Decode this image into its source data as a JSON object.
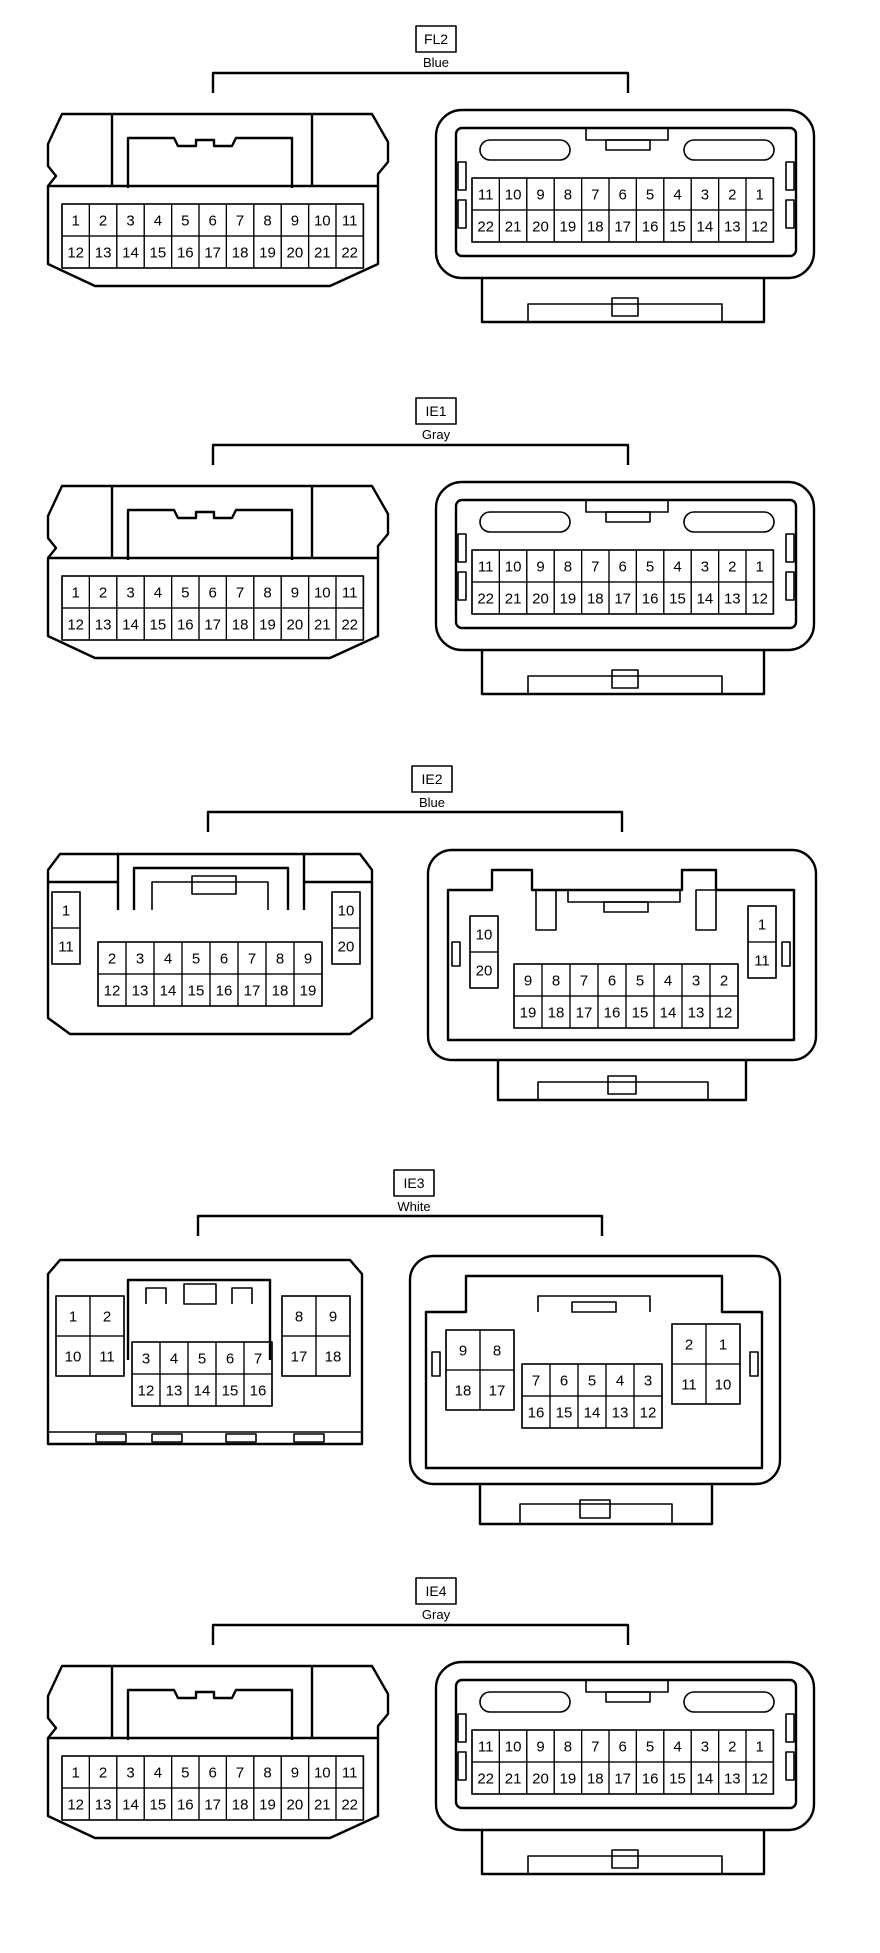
{
  "connectors": [
    {
      "id": "FL2",
      "color": "Blue",
      "left": {
        "blocks": [
          {
            "rows": [
              [
                "1",
                "2",
                "3",
                "4",
                "5",
                "6",
                "7",
                "8",
                "9",
                "10",
                "11"
              ],
              [
                "12",
                "13",
                "14",
                "15",
                "16",
                "17",
                "18",
                "19",
                "20",
                "21",
                "22"
              ]
            ]
          }
        ]
      },
      "right": {
        "blocks": [
          {
            "rows": [
              [
                "11",
                "10",
                "9",
                "8",
                "7",
                "6",
                "5",
                "4",
                "3",
                "2",
                "1"
              ],
              [
                "22",
                "21",
                "20",
                "19",
                "18",
                "17",
                "16",
                "15",
                "14",
                "13",
                "12"
              ]
            ]
          }
        ]
      }
    },
    {
      "id": "IE1",
      "color": "Gray",
      "left": {
        "blocks": [
          {
            "rows": [
              [
                "1",
                "2",
                "3",
                "4",
                "5",
                "6",
                "7",
                "8",
                "9",
                "10",
                "11"
              ],
              [
                "12",
                "13",
                "14",
                "15",
                "16",
                "17",
                "18",
                "19",
                "20",
                "21",
                "22"
              ]
            ]
          }
        ]
      },
      "right": {
        "blocks": [
          {
            "rows": [
              [
                "11",
                "10",
                "9",
                "8",
                "7",
                "6",
                "5",
                "4",
                "3",
                "2",
                "1"
              ],
              [
                "22",
                "21",
                "20",
                "19",
                "18",
                "17",
                "16",
                "15",
                "14",
                "13",
                "12"
              ]
            ]
          }
        ]
      }
    },
    {
      "id": "IE2",
      "color": "Blue",
      "left": {
        "blocks": [
          {
            "rows": [
              [
                "1"
              ],
              [
                "11"
              ]
            ]
          },
          {
            "rows": [
              [
                "2",
                "3",
                "4",
                "5",
                "6",
                "7",
                "8",
                "9"
              ],
              [
                "12",
                "13",
                "14",
                "15",
                "16",
                "17",
                "18",
                "19"
              ]
            ]
          },
          {
            "rows": [
              [
                "10"
              ],
              [
                "20"
              ]
            ]
          }
        ]
      },
      "right": {
        "blocks": [
          {
            "rows": [
              [
                "10"
              ],
              [
                "20"
              ]
            ]
          },
          {
            "rows": [
              [
                "9",
                "8",
                "7",
                "6",
                "5",
                "4",
                "3",
                "2"
              ],
              [
                "19",
                "18",
                "17",
                "16",
                "15",
                "14",
                "13",
                "12"
              ]
            ]
          },
          {
            "rows": [
              [
                "1"
              ],
              [
                "11"
              ]
            ]
          }
        ]
      }
    },
    {
      "id": "IE3",
      "color": "White",
      "left": {
        "blocks": [
          {
            "rows": [
              [
                "1",
                "2"
              ],
              [
                "10",
                "11"
              ]
            ]
          },
          {
            "rows": [
              [
                "3",
                "4",
                "5",
                "6",
                "7"
              ],
              [
                "12",
                "13",
                "14",
                "15",
                "16"
              ]
            ]
          },
          {
            "rows": [
              [
                "8",
                "9"
              ],
              [
                "17",
                "18"
              ]
            ]
          }
        ]
      },
      "right": {
        "blocks": [
          {
            "rows": [
              [
                "9",
                "8"
              ],
              [
                "18",
                "17"
              ]
            ]
          },
          {
            "rows": [
              [
                "7",
                "6",
                "5",
                "4",
                "3"
              ],
              [
                "16",
                "15",
                "14",
                "13",
                "12"
              ]
            ]
          },
          {
            "rows": [
              [
                "2",
                "1"
              ],
              [
                "11",
                "10"
              ]
            ]
          }
        ]
      }
    },
    {
      "id": "IE4",
      "color": "Gray",
      "left": {
        "blocks": [
          {
            "rows": [
              [
                "1",
                "2",
                "3",
                "4",
                "5",
                "6",
                "7",
                "8",
                "9",
                "10",
                "11"
              ],
              [
                "12",
                "13",
                "14",
                "15",
                "16",
                "17",
                "18",
                "19",
                "20",
                "21",
                "22"
              ]
            ]
          }
        ]
      },
      "right": {
        "blocks": [
          {
            "rows": [
              [
                "11",
                "10",
                "9",
                "8",
                "7",
                "6",
                "5",
                "4",
                "3",
                "2",
                "1"
              ],
              [
                "22",
                "21",
                "20",
                "19",
                "18",
                "17",
                "16",
                "15",
                "14",
                "13",
                "12"
              ]
            ]
          }
        ]
      }
    }
  ]
}
